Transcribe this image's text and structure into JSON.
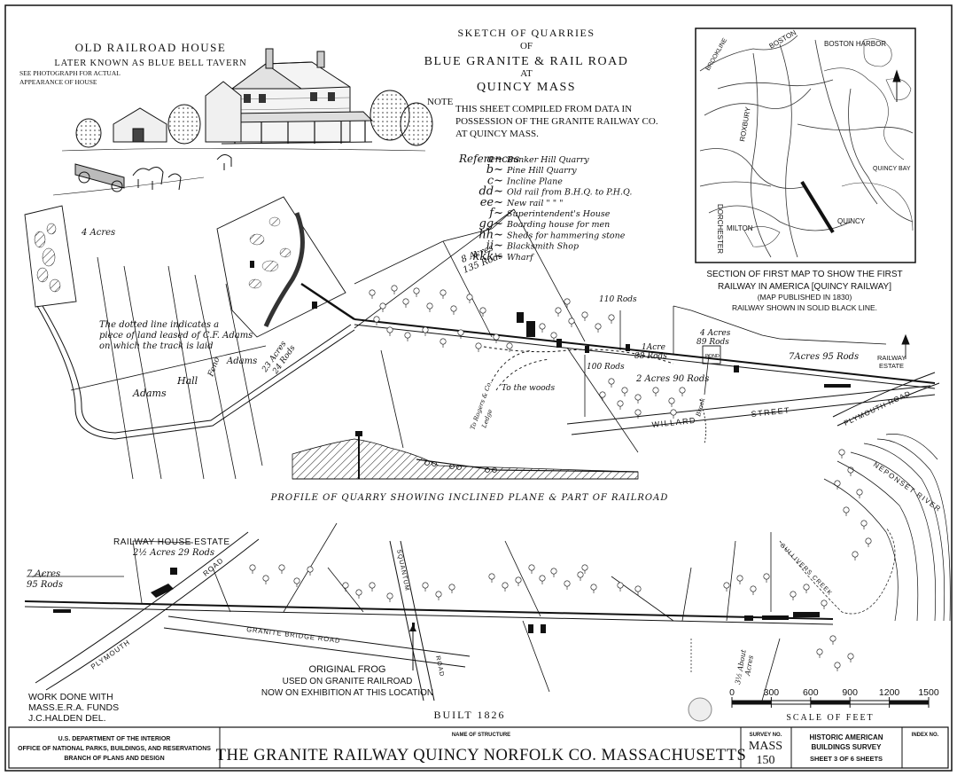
{
  "title_block": {
    "lines": [
      "SKETCH OF QUARRIES",
      "OF",
      "BLUE GRANITE & RAIL ROAD",
      "AT",
      "QUINCY MASS"
    ],
    "note_label": "NOTE",
    "note_lines": [
      "THIS SHEET COMPILED FROM DATA IN",
      "POSSESSION OF THE GRANITE RAILWAY CO.",
      "AT QUINCY MASS."
    ]
  },
  "house_caption": {
    "title": "OLD RAILROAD HOUSE",
    "subtitle": "LATER KNOWN AS BLUE BELL TAVERN",
    "note1": "SEE PHOTOGRAPH FOR ACTUAL",
    "note2": "APPEARANCE OF HOUSE"
  },
  "references": {
    "heading": "References",
    "items": [
      {
        "key": "a",
        "text": "Bunker Hill Quarry"
      },
      {
        "key": "b",
        "text": "Pine Hill Quarry"
      },
      {
        "key": "c",
        "text": "Incline Plane"
      },
      {
        "key": "dd",
        "text": "Old rail from B.H.Q. to P.H.Q."
      },
      {
        "key": "ee",
        "text": "New rail  \"    \"     \""
      },
      {
        "key": "f",
        "text": "Superintendent's House"
      },
      {
        "key": "gg",
        "text": "Boarding house for men"
      },
      {
        "key": "hh",
        "text": "Sheds for hammering stone"
      },
      {
        "key": "ii",
        "text": "Blacksmith Shop"
      },
      {
        "key": "kkk",
        "text": "Wharf"
      }
    ]
  },
  "inset_map": {
    "places": [
      "BOSTON",
      "BOSTON HARBOR",
      "BROOKLINE",
      "ROXBURY",
      "DORCHESTER",
      "MILTON",
      "QUINCY",
      "QUINCY BAY"
    ],
    "caption_lines": [
      "SECTION OF FIRST MAP TO SHOW THE FIRST",
      "RAILWAY IN AMERICA [QUINCY RAILWAY]",
      "(MAP PUBLISHED IN 1830)",
      "RAILWAY SHOWN IN SOLID BLACK LINE."
    ]
  },
  "upper_map": {
    "acres_4": "4 Acres",
    "dotted_note": [
      "The dotted line indicates a",
      "piece of land leased of C.F. Adams",
      "on which the track is laid"
    ],
    "owners": [
      "Adams",
      "Hall",
      "Adams",
      "Feno"
    ],
    "parcel_23": [
      "23 Acres",
      "24 Rods"
    ],
    "parcel_8": [
      "8 Acres",
      "135 Rods"
    ],
    "rods_110": "110 Rods",
    "parcel_1": [
      "1Acre",
      "88 Rods"
    ],
    "parcel_4b": [
      "4 Acres",
      "89 Rods"
    ],
    "parcel_7": "7Acres 95 Rods",
    "railway_estate": [
      "RAILWAY",
      "ESTATE"
    ],
    "rods_100": "100 Rods",
    "parcel_2": "2 Acres   90 Rods",
    "to_woods": "To the woods",
    "to_ledge": [
      "To Rogers & Co.",
      "Ledge"
    ],
    "pond": "POND",
    "brook": "Brook",
    "willard_street": [
      "WILLARD",
      "STREET"
    ],
    "plymouth_road": "PLYMOUTH ROAD",
    "neponset": "NEPONSET RIVER",
    "gullivers": "GULLIVERS CREEK"
  },
  "profile_caption": "PROFILE OF QUARRY SHOWING INCLINED PLANE & PART OF RAILROAD",
  "lower_map": {
    "railway_house": [
      "RAILWAY HOUSE ESTATE",
      "2½ Acres  29 Rods"
    ],
    "parcel_7": [
      "7 Acres",
      "95 Rods"
    ],
    "plymouth_road": [
      "PLYMOUTH",
      "ROAD"
    ],
    "granite_bridge_road": "GRANITE BRIDGE ROAD",
    "squantum_road": [
      "SQUANTUM",
      "ROAD"
    ],
    "frog_note": [
      "ORIGINAL FROG",
      "USED ON GRANITE RAILROAD",
      "NOW ON EXHIBITION AT THIS LOCATION"
    ],
    "about_acres": [
      "3½ About",
      "Acres"
    ]
  },
  "credits": [
    "WORK DONE WITH",
    "MASS.E.R.A. FUNDS",
    "J.C.HALDEN DEL."
  ],
  "built": "BUILT 1826",
  "scale_bar": {
    "ticks": [
      0,
      300,
      600,
      900,
      1200,
      1500
    ],
    "label": "SCALE OF FEET"
  },
  "footer": {
    "agency_lines": [
      "U.S. DEPARTMENT OF THE INTERIOR",
      "OFFICE OF NATIONAL PARKS, BUILDINGS, AND RESERVATIONS",
      "BRANCH OF PLANS AND DESIGN"
    ],
    "name_label": "NAME OF STRUCTURE",
    "structure_name": "THE GRANITE RAILWAY QUINCY NORFOLK CO. MASSACHUSETTS",
    "survey_label": "SURVEY NO.",
    "survey_no": [
      "MASS",
      "150"
    ],
    "habs_lines": [
      "HISTORIC AMERICAN",
      "BUILDINGS SURVEY"
    ],
    "sheet_text": "SHEET 3 OF 6 SHEETS",
    "index_label": "INDEX NO."
  }
}
